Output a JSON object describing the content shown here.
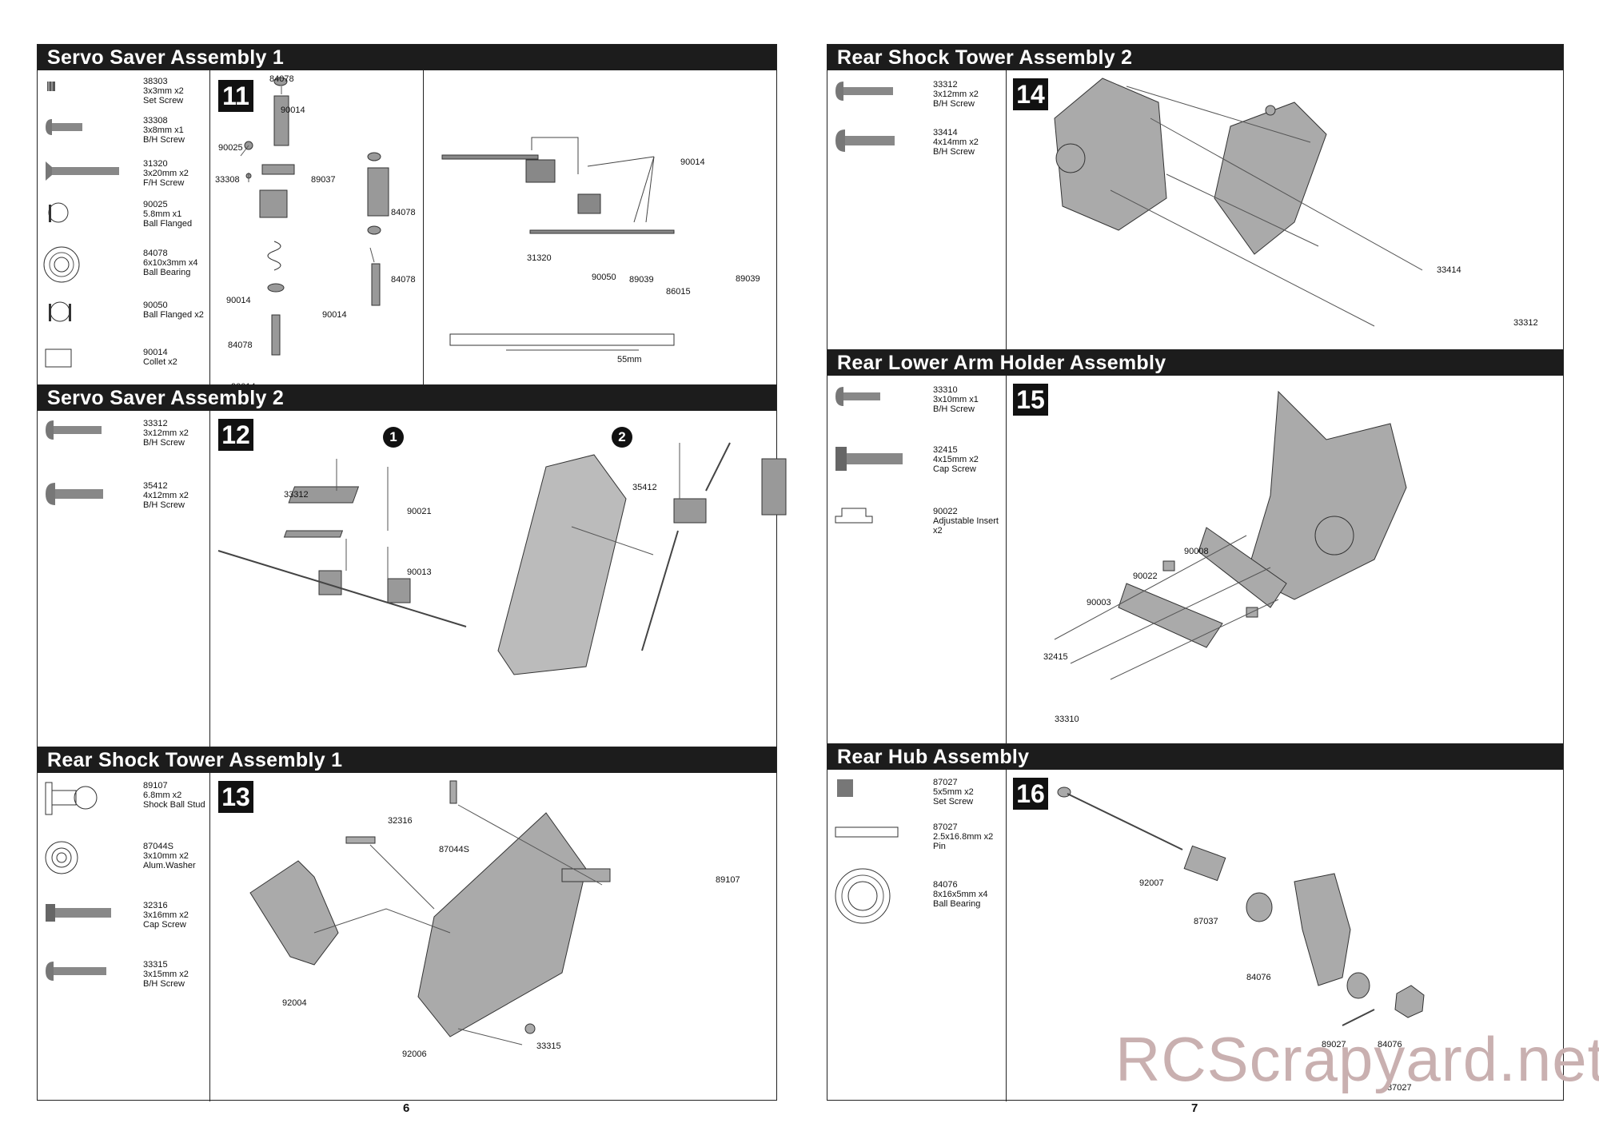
{
  "pages": {
    "left_number": "6",
    "right_number": "7"
  },
  "steps": {
    "s11": {
      "title": "Servo Saver Assembly 1",
      "number": "11",
      "parts": [
        {
          "code": "38303",
          "size": "3x3mm x2",
          "name": "Set Screw",
          "icon": "set-screw-icon"
        },
        {
          "code": "33308",
          "size": "3x8mm x1",
          "name": "B/H Screw",
          "icon": "bh-screw-icon"
        },
        {
          "code": "31320",
          "size": "3x20mm x2",
          "name": "F/H Screw",
          "icon": "fh-screw-icon"
        },
        {
          "code": "90025",
          "size": "5.8mm x1",
          "name": "Ball Flanged",
          "icon": "ball-flanged-icon"
        },
        {
          "code": "84078",
          "size": "6x10x3mm x4",
          "name": "Ball Bearing",
          "icon": "ball-bearing-icon"
        },
        {
          "code": "90050",
          "size": "Ball Flanged x2",
          "name": "",
          "icon": "ball-flanged-icon"
        },
        {
          "code": "90014",
          "size": "Collet x2",
          "name": "",
          "icon": "collet-icon"
        }
      ],
      "labels": [
        "84078",
        "90014",
        "90025",
        "33308",
        "89037",
        "84078",
        "84078",
        "90014",
        "90014",
        "84078",
        "90014"
      ],
      "detail_labels": [
        "90014",
        "31320",
        "90050",
        "89039",
        "86015",
        "89039"
      ],
      "dimension": "55mm"
    },
    "s12": {
      "title": "Servo Saver Assembly 2",
      "number": "12",
      "parts": [
        {
          "code": "33312",
          "size": "3x12mm x2",
          "name": "B/H Screw",
          "icon": "bh-screw-icon"
        },
        {
          "code": "35412",
          "size": "4x12mm x2",
          "name": "B/H Screw",
          "icon": "bh-screw-icon"
        }
      ],
      "sub1": "1",
      "sub2": "2",
      "labels": [
        "33312",
        "90021",
        "90013",
        "35412"
      ]
    },
    "s13": {
      "title": "Rear Shock Tower Assembly 1",
      "number": "13",
      "parts": [
        {
          "code": "89107",
          "size": "6.8mm x2",
          "name": "Shock Ball Stud",
          "icon": "ball-stud-icon"
        },
        {
          "code": "87044S",
          "size": "3x10mm x2",
          "name": "Alum.Washer",
          "icon": "washer-icon"
        },
        {
          "code": "32316",
          "size": "3x16mm x2",
          "name": "Cap Screw",
          "icon": "cap-screw-icon"
        },
        {
          "code": "33315",
          "size": "3x15mm x2",
          "name": "B/H Screw",
          "icon": "bh-screw-icon"
        }
      ],
      "labels": [
        "32316",
        "87044S",
        "89107",
        "92004",
        "92006",
        "33315"
      ]
    },
    "s14": {
      "title": "Rear Shock Tower Assembly 2",
      "number": "14",
      "parts": [
        {
          "code": "33312",
          "size": "3x12mm x2",
          "name": "B/H Screw",
          "icon": "bh-screw-icon"
        },
        {
          "code": "33414",
          "size": "4x14mm x2",
          "name": "B/H Screw",
          "icon": "bh-screw-icon"
        }
      ],
      "labels": [
        "33414",
        "33312"
      ]
    },
    "s15": {
      "title": "Rear Lower Arm Holder Assembly",
      "number": "15",
      "parts": [
        {
          "code": "33310",
          "size": "3x10mm x1",
          "name": "B/H Screw",
          "icon": "bh-screw-icon"
        },
        {
          "code": "32415",
          "size": "4x15mm x2",
          "name": "Cap Screw",
          "icon": "cap-screw-icon"
        },
        {
          "code": "90022",
          "size": "Adjustable Insert",
          "name": "x2",
          "icon": "insert-icon"
        }
      ],
      "labels": [
        "90008",
        "90022",
        "90003",
        "32415",
        "33310"
      ]
    },
    "s16": {
      "title": "Rear Hub Assembly",
      "number": "16",
      "parts": [
        {
          "code": "87027",
          "size": "5x5mm x2",
          "name": "Set Screw",
          "icon": "set-screw-icon"
        },
        {
          "code": "87027",
          "size": "2.5x16.8mm x2",
          "name": "Pin",
          "icon": "pin-icon"
        },
        {
          "code": "84076",
          "size": "8x16x5mm x4",
          "name": "Ball Bearing",
          "icon": "ball-bearing-icon"
        }
      ],
      "labels": [
        "92007",
        "87037",
        "84076",
        "89027",
        "84076",
        "87027"
      ]
    }
  },
  "watermark": "RCScrapyard.net"
}
